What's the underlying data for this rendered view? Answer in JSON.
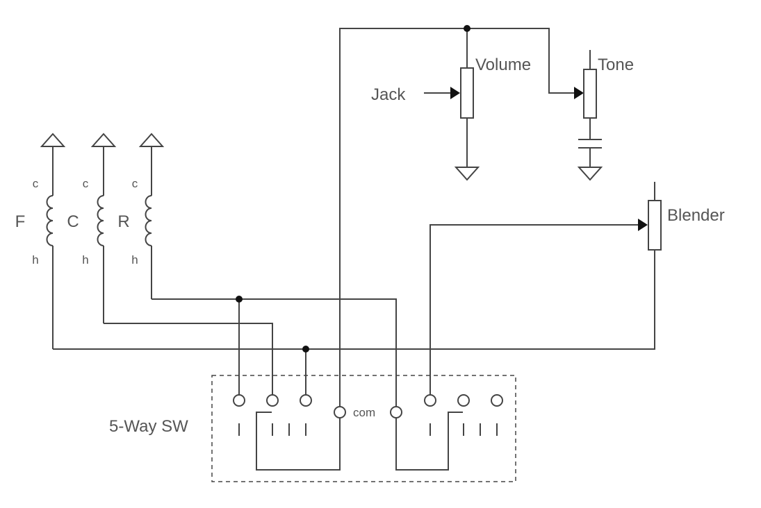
{
  "pickups": [
    {
      "name": "F",
      "top": "c",
      "bottom": "h"
    },
    {
      "name": "C",
      "top": "c",
      "bottom": "h"
    },
    {
      "name": "R",
      "top": "c",
      "bottom": "h"
    }
  ],
  "pots": {
    "volume": "Volume",
    "tone": "Tone",
    "blender": "Blender"
  },
  "jack": "Jack",
  "switch": {
    "label": "5-Way SW",
    "common": "com"
  }
}
